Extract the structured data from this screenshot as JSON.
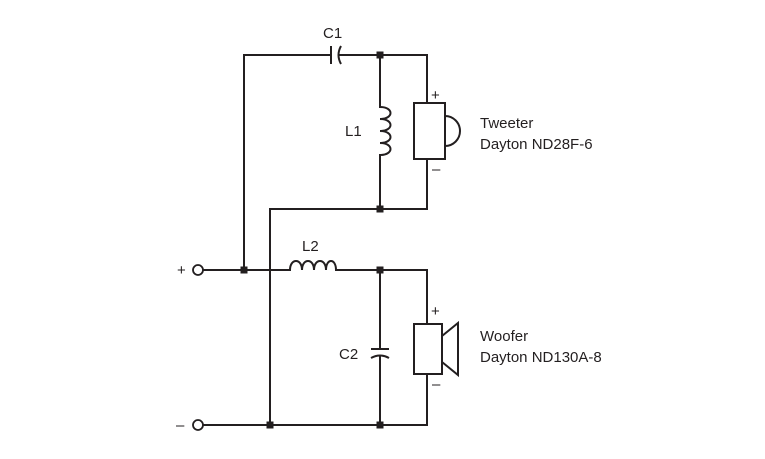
{
  "labels": {
    "c1": "C1",
    "c2": "C2",
    "l1": "L1",
    "l2": "L2"
  },
  "terminals": {
    "positive": "+",
    "negative": "–"
  },
  "tweeter": {
    "name": "Tweeter",
    "model": "Dayton ND28F-6",
    "plus": "+",
    "minus": "–"
  },
  "woofer": {
    "name": "Woofer",
    "model": "Dayton ND130A-8",
    "plus": "+",
    "minus": "–"
  },
  "colors": {
    "ink": "#231f20",
    "background": "#ffffff"
  }
}
